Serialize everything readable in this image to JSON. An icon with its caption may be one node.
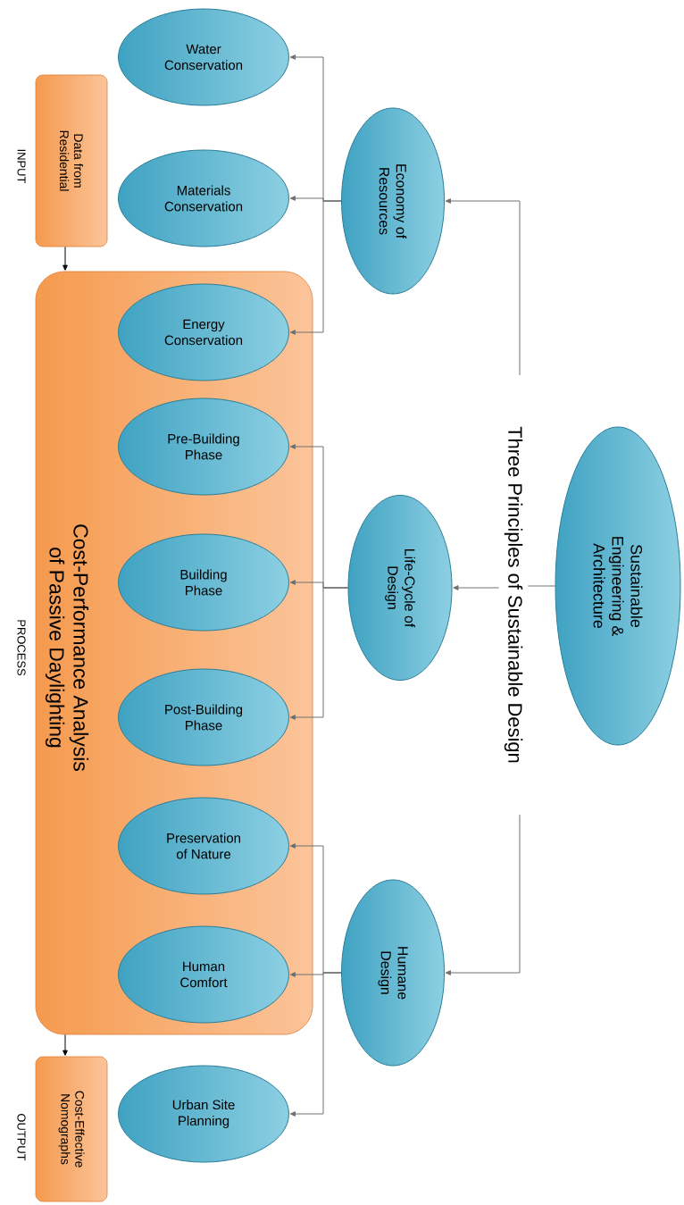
{
  "diagram": {
    "nodes": [
      {
        "text": [
          "Sustainable Engineering & Architecture"
        ]
      },
      {
        "text": [
          "Three Principles of Sustainable Design"
        ]
      },
      {
        "text": [
          "Economy of Resources"
        ]
      },
      {
        "text": [
          "Life-Cycle of Design"
        ]
      },
      {
        "text": [
          "Humane Design"
        ]
      },
      {
        "text": [
          "Data from Residential"
        ],
        "beside": [
          "INPUT"
        ]
      },
      {
        "text": [
          "Cost-Performance Analysis of Passive Daylighting"
        ],
        "beside": [
          "PROCESS"
        ]
      },
      {
        "text": [
          "Cost-Effective Nomographs"
        ],
        "beside": [
          "OUTPUT"
        ]
      },
      {
        "text": [
          "Water Conservation"
        ]
      },
      {
        "text": [
          "Materials Conservation"
        ]
      },
      {
        "text": [
          "Energy Conservation"
        ],
        "in": 6
      },
      {
        "text": [
          "Pre-Building Phase"
        ],
        "in": 6
      },
      {
        "text": [
          "Building Phase"
        ],
        "in": 6
      },
      {
        "text": [
          "Post-Building Phase"
        ],
        "in": 6
      },
      {
        "text": [
          "Preservation of Nature"
        ],
        "in": 6
      },
      {
        "text": [
          "Human Comfort"
        ],
        "in": 6
      },
      {
        "text": [
          "Urban Site Planning"
        ]
      }
    ],
    "edges": [
      {
        "from": 0,
        "to": 1,
        "arrow": "none"
      },
      {
        "from": 1,
        "to": 2,
        "arrow": "to"
      },
      {
        "from": 1,
        "to": 3,
        "arrow": "to"
      },
      {
        "from": 1,
        "to": 4,
        "arrow": "to"
      },
      {
        "from": 2,
        "to": 8,
        "arrow": "to"
      },
      {
        "from": 2,
        "to": 9,
        "arrow": "to"
      },
      {
        "from": 2,
        "to": 10,
        "arrow": "to"
      },
      {
        "from": 3,
        "to": 11,
        "arrow": "to"
      },
      {
        "from": 3,
        "to": 12,
        "arrow": "to"
      },
      {
        "from": 3,
        "to": 13,
        "arrow": "to"
      },
      {
        "from": 4,
        "to": 14,
        "arrow": "to"
      },
      {
        "from": 4,
        "to": 15,
        "arrow": "to"
      },
      {
        "from": 4,
        "to": 16,
        "arrow": "to"
      },
      {
        "from": 5,
        "to": 6,
        "arrow": "to",
        "color": "#000000"
      },
      {
        "from": 6,
        "to": 7,
        "arrow": "to",
        "color": "#000000"
      }
    ]
  }
}
